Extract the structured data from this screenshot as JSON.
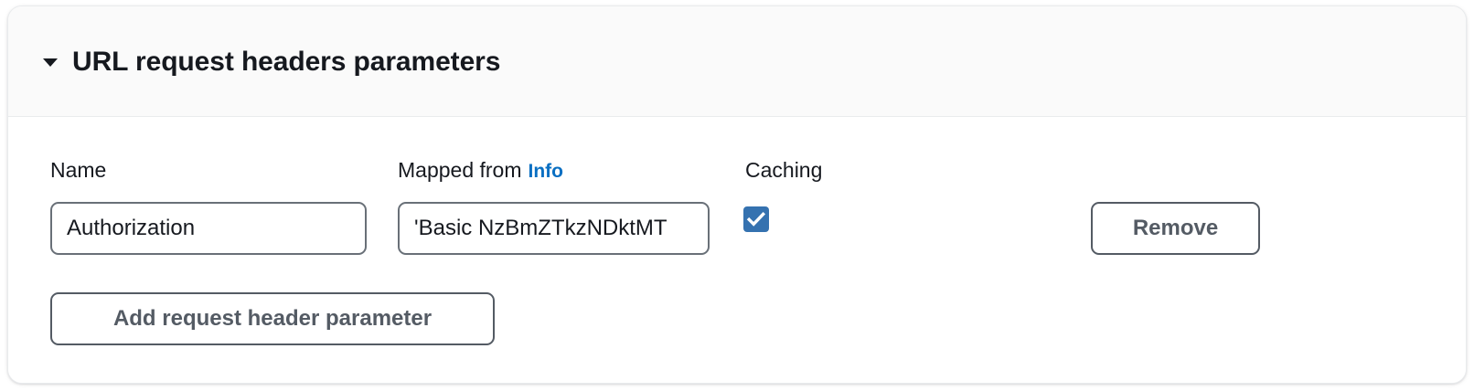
{
  "panel": {
    "title": "URL request headers parameters",
    "caret_icon": "caret-down-icon",
    "expanded": true
  },
  "columns": {
    "name_label": "Name",
    "mapped_from_label": "Mapped from",
    "info_link": "Info",
    "caching_label": "Caching"
  },
  "rows": [
    {
      "name_value": "Authorization",
      "name_placeholder": "",
      "mapped_from_value": "'Basic NzBmZTkzNDktMT",
      "mapped_from_placeholder": "",
      "caching_checked": true,
      "caching_icon": "checkmark-icon",
      "remove_label": "Remove"
    }
  ],
  "actions": {
    "add_label": "Add request header parameter"
  },
  "colors": {
    "header_background": "#fafafa",
    "panel_border": "#e9ebed",
    "text_primary": "#16191f",
    "link_blue": "#0a6fc2",
    "checkbox_blue": "#3572b0",
    "button_border": "#545b64",
    "button_text": "#545b64",
    "input_border": "#697078"
  }
}
